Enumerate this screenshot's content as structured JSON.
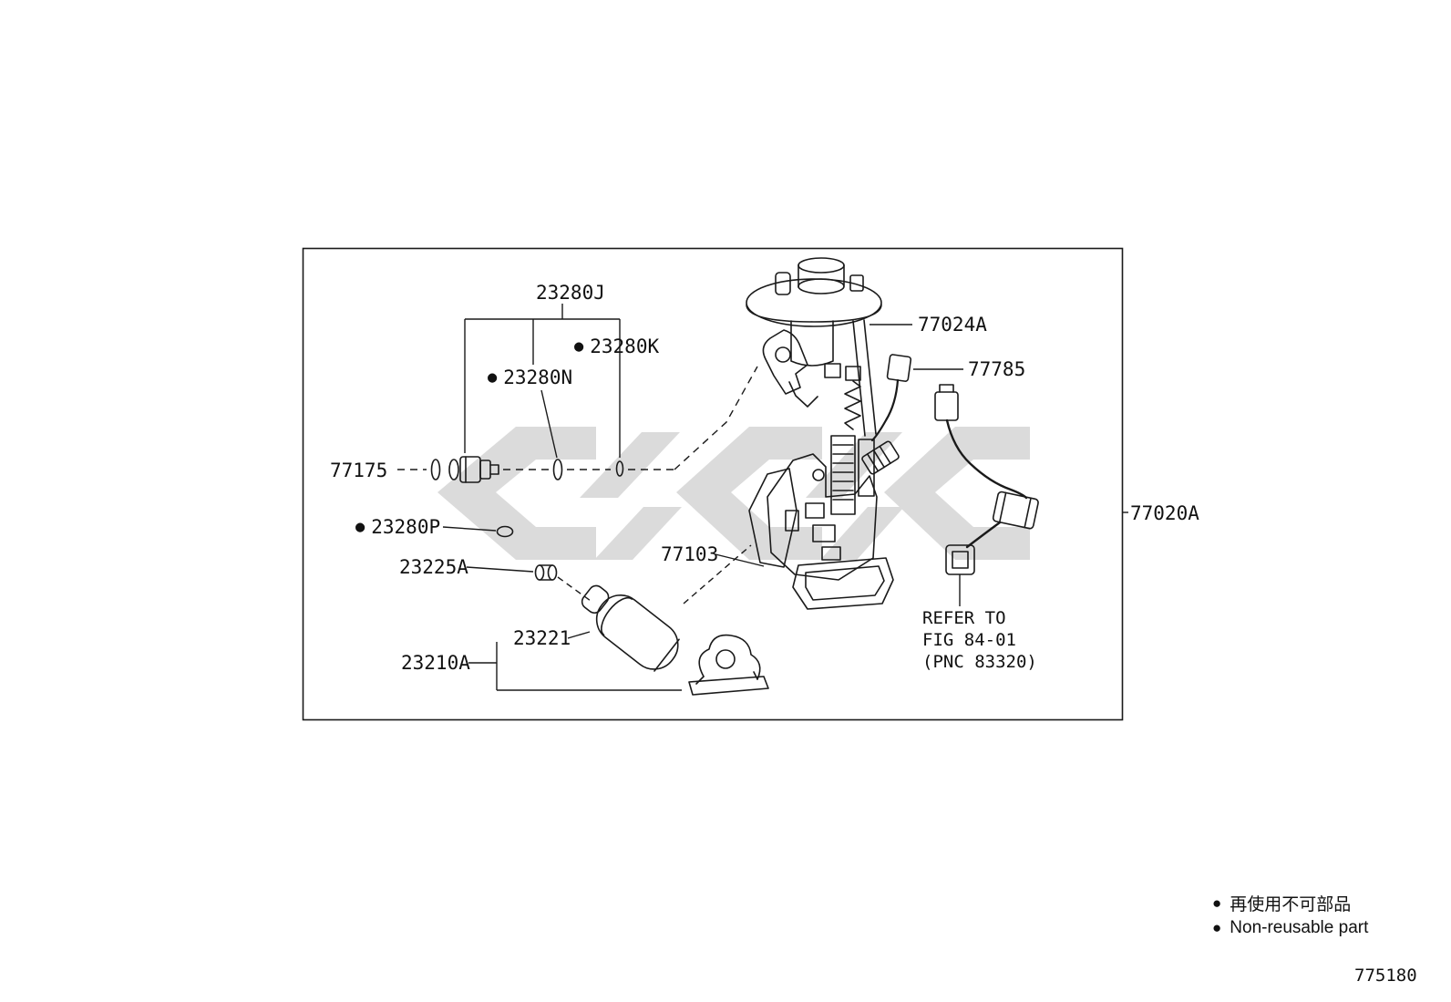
{
  "colors": {
    "line": "#1a1a1a",
    "background": "#ffffff",
    "watermark": "#dbdbdb"
  },
  "icons": {
    "non_reusable_bullet": "●"
  },
  "labels": {
    "p23280J": {
      "text": "23280J",
      "non_reusable": false
    },
    "p23280K": {
      "text": "23280K",
      "non_reusable": true
    },
    "p23280N": {
      "text": "23280N",
      "non_reusable": true
    },
    "p77175": {
      "text": "77175",
      "non_reusable": false
    },
    "p23280P": {
      "text": "23280P",
      "non_reusable": true
    },
    "p23225A": {
      "text": "23225A",
      "non_reusable": false
    },
    "p23221": {
      "text": "23221",
      "non_reusable": false
    },
    "p23210A": {
      "text": "23210A",
      "non_reusable": false
    },
    "p77024A": {
      "text": "77024A",
      "non_reusable": false
    },
    "p77785": {
      "text": "77785",
      "non_reusable": false
    },
    "p77103": {
      "text": "77103",
      "non_reusable": false
    },
    "p77020A": {
      "text": "77020A",
      "non_reusable": false
    }
  },
  "note": {
    "line1": "REFER TO",
    "line2": "FIG 84-01",
    "line3": "(PNC 83320)"
  },
  "legend": {
    "jp": "再使用不可部品",
    "en": "Non-reusable part"
  },
  "figure_number": "775180"
}
